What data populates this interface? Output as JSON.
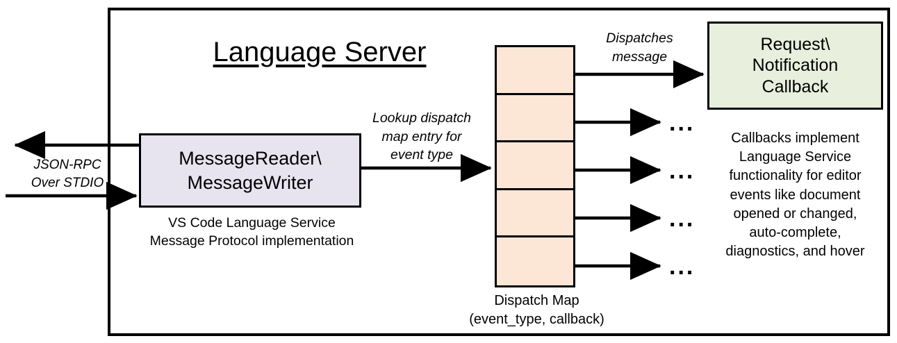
{
  "diagram": {
    "title": "Language Server",
    "container_name": "Language Server boundary",
    "colors": {
      "message_box_fill": "#E8E4EF",
      "dispatch_map_fill": "#FCE6D6",
      "callback_box_fill": "#E8EFDD",
      "stroke": "#000000",
      "background": "#FFFFFF"
    },
    "external_channel": {
      "label": "JSON-RPC\nOver STDIO",
      "outbound_arrow_name": "outbound-jsonrpc-arrow",
      "inbound_arrow_name": "inbound-jsonrpc-arrow"
    },
    "message_box": {
      "label": "MessageReader\\\nMessageWriter",
      "caption": "VS Code Language Service\nMessage Protocol implementation"
    },
    "lookup_edge": {
      "label": "Lookup dispatch\nmap entry for\nevent type"
    },
    "dispatch_map": {
      "caption": "Dispatch Map\n(event_type, callback)",
      "cell_count": 5,
      "cells": [
        {
          "name": "dispatch-map-cell-1",
          "has_entry_dot": true,
          "target": "Request\\Notification Callback"
        },
        {
          "name": "dispatch-map-cell-2",
          "has_entry_dot": true,
          "target": "..."
        },
        {
          "name": "dispatch-map-cell-3",
          "has_entry_dot": true,
          "target": "..."
        },
        {
          "name": "dispatch-map-cell-4",
          "has_entry_dot": true,
          "target": "..."
        },
        {
          "name": "dispatch-map-cell-5",
          "has_entry_dot": true,
          "target": "..."
        }
      ],
      "ellipsis": "..."
    },
    "dispatch_edge": {
      "label": "Dispatches\nmessage"
    },
    "callback_box": {
      "label": "Request\\\nNotification\nCallback",
      "caption": "Callbacks implement\nLanguage Service\nfunctionality for editor\nevents like document\nopened or changed,\nauto-complete,\ndiagnostics, and hover"
    }
  }
}
